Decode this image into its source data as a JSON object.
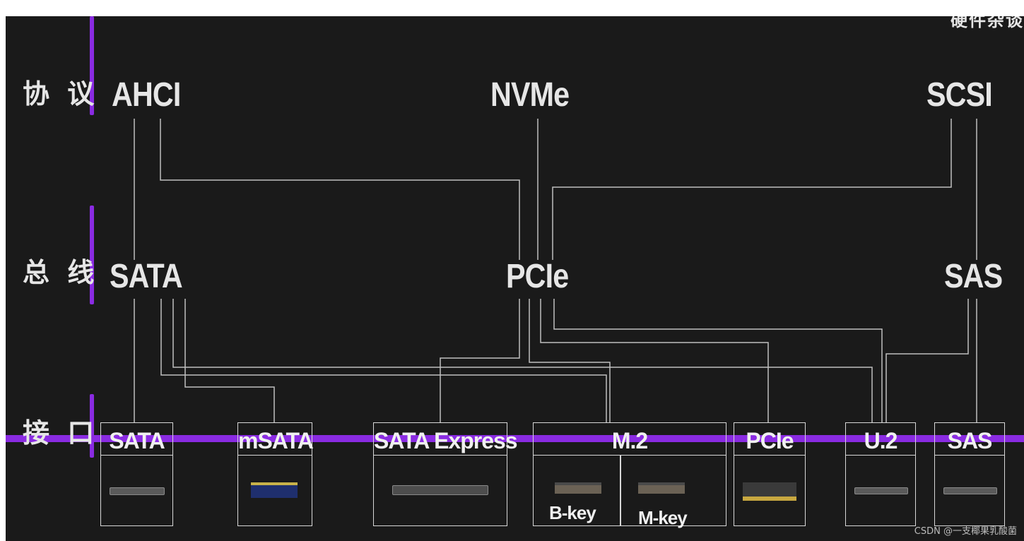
{
  "corner_title": "硬件杂谈",
  "categories": {
    "protocol": "协 议",
    "bus": "总 线",
    "interface": "接 口"
  },
  "protocols": {
    "ahci": "AHCI",
    "nvme": "NVMe",
    "scsi": "SCSI"
  },
  "buses": {
    "sata": "SATA",
    "pcie": "PCIe",
    "sas": "SAS"
  },
  "interfaces": {
    "sata": "SATA",
    "msata": "mSATA",
    "sata_express": "SATA Express",
    "m2": "M.2",
    "m2_b_key": "B-key",
    "m2_m_key": "M-key",
    "pcie": "PCIe",
    "u2": "U.2",
    "sas": "SAS"
  },
  "colors": {
    "accent": "#8a2be2",
    "background": "#1a1a1a",
    "line": "#bfbfbf"
  },
  "watermark": "CSDN @一支椰果乳酸菌"
}
